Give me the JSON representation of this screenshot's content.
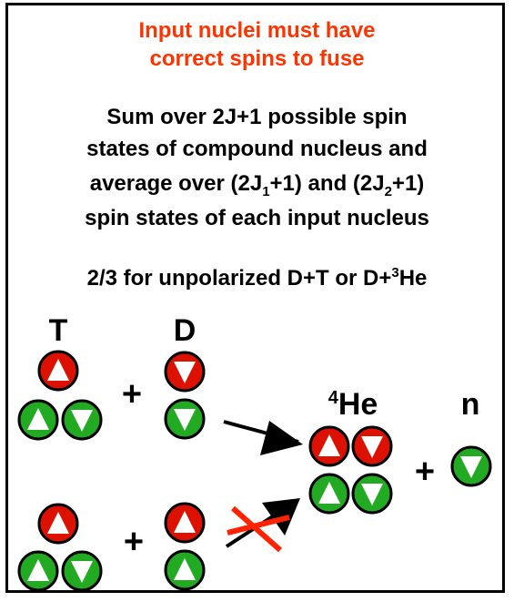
{
  "title": {
    "line1": "Input nuclei must have",
    "line2": "correct spins to fuse"
  },
  "explanation": {
    "line1": "Sum over 2J+1 possible spin",
    "line2": "states of compound nucleus and",
    "line3_pre": "average over (2J",
    "line3_sub1": "1",
    "line3_mid": "+1) and (2J",
    "line3_sub2": "2",
    "line3_post": "+1)",
    "line4": "spin states of each input nucleus"
  },
  "factor": {
    "pre": "2/3 for unpolarized D+T or D+",
    "sup": "3",
    "post": "He"
  },
  "diagram": {
    "label_T": "T",
    "label_D": "D",
    "label_He_sup": "4",
    "label_He": "He",
    "label_n": "n",
    "plus": "+",
    "colors": {
      "proton": "#dd1100",
      "neutron": "#22aa22",
      "arrow": "#000000",
      "cross": "#ff2200"
    }
  }
}
